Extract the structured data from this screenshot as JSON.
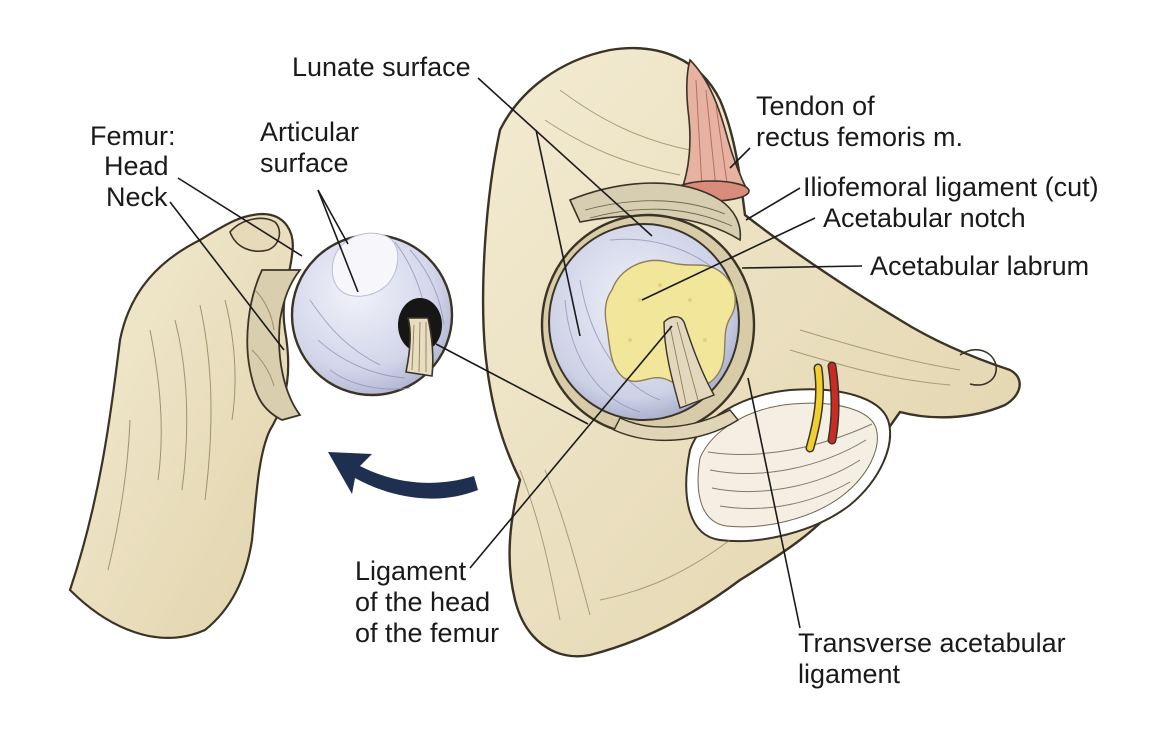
{
  "labels": {
    "lunate_surface": "Lunate surface",
    "femur_title": "Femur:",
    "femur_head": "Head",
    "femur_neck": "Neck",
    "articular_surface": [
      "Articular",
      "surface"
    ],
    "tendon_rectus": [
      "Tendon of",
      "rectus femoris m."
    ],
    "iliofemoral": "Iliofemoral ligament (cut)",
    "acetabular_notch": "Acetabular notch",
    "acetabular_labrum": "Acetabular labrum",
    "ligament_head": [
      "Ligament",
      "of the head",
      "of the femur"
    ],
    "transverse": [
      "Transverse acetabular",
      "ligament"
    ]
  },
  "colors": {
    "bone": "#ece2c4",
    "bone_shadow": "#c9b98e",
    "cartilage": "#d9dcef",
    "fat_pad": "#f1e69a",
    "tendon": "#d98c7c",
    "artery": "#cc2b24",
    "nerve": "#f0cf2e",
    "arrow": "#1f2f4f",
    "outline": "#3a3326"
  }
}
